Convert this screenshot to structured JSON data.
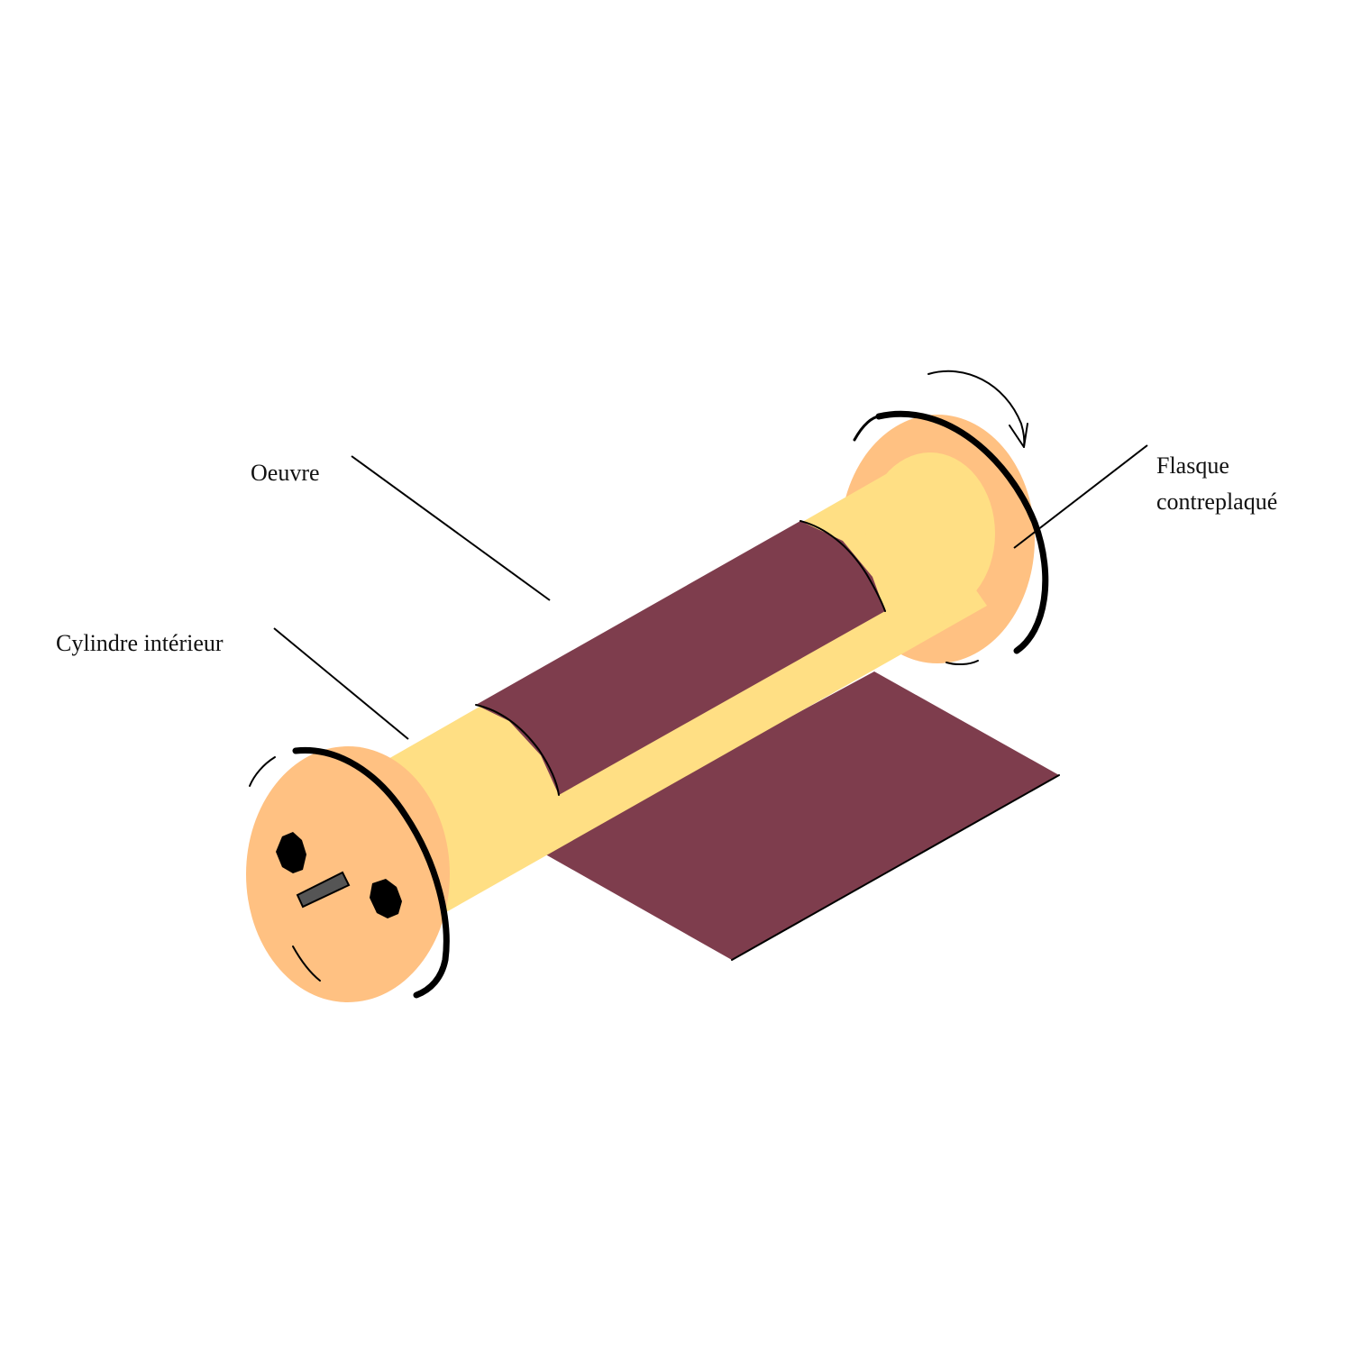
{
  "labels": {
    "oeuvre": "Oeuvre",
    "cylinder": "Cylindre intérieur",
    "flange_line1": "Flasque",
    "flange_line2": "contreplaqué"
  },
  "colors": {
    "canvas": "#7e3d4d",
    "cylinder": "#ffdf84",
    "flange": "#ffc182",
    "outline": "#000000",
    "axle": "#555555"
  },
  "icons": {
    "rotation": "curved-arrow-icon"
  }
}
